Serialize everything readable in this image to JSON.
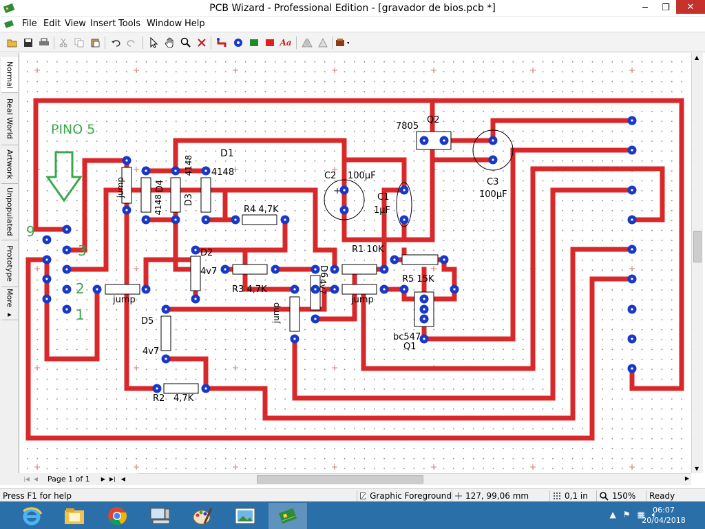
{
  "window": {
    "title": "PCB Wizard - Professional Edition - [gravador de bios.pcb *]",
    "controls": {
      "minimize": "─",
      "maximize": "❐",
      "close": "✕"
    }
  },
  "menu": {
    "items": [
      "File",
      "Edit",
      "View",
      "Insert",
      "Tools",
      "Window",
      "Help"
    ],
    "mdi": {
      "minimize": "_",
      "restore": "❐",
      "close": "✕"
    }
  },
  "toolbar": {
    "tools": [
      "open-icon",
      "save-icon",
      "print-icon",
      "cut-icon",
      "copy-icon",
      "paste-icon",
      "undo-icon",
      "redo-icon",
      "select-icon",
      "pan-icon",
      "zoom-icon",
      "delete-icon",
      "track-icon",
      "pad-icon",
      "rect-icon",
      "fill-icon",
      "text-icon",
      "mirror-icon",
      "flip-icon",
      "component-icon"
    ],
    "text_tool_label": "Aa"
  },
  "side_tabs": [
    "Normal",
    "Real World",
    "Artwork",
    "Unpopulated",
    "Prototype",
    "More ▸"
  ],
  "board": {
    "labels": {
      "pino": "PINO 5",
      "pin9": "9",
      "pin3": "3",
      "pin2": "2",
      "pin1": "1",
      "d1": "D1",
      "d1_val": "4148",
      "d4": "D4",
      "d4_val": "4148",
      "d3": "D3",
      "d3_val": "4148",
      "jump1": "jump",
      "jump2": "jump",
      "jump3": "jump",
      "jump4": "jump",
      "r4": "R4  4,7K",
      "d2": "D2",
      "d2_val": "4v7",
      "r3": "R3   4,7K",
      "d6": "D6",
      "d6_val": "4v7",
      "r1": "R1   10K",
      "r5": "R5   15K",
      "d5": "D5",
      "d5_val": "4v7",
      "r2": "R2",
      "r2_val": "4,7K",
      "q1_type": "bc547",
      "q1": "Q1",
      "u7805": "7805",
      "q2": "Q2",
      "c2": "C2",
      "c2_val": "100µF",
      "c1": "C1",
      "c1_val": "1µF",
      "c3": "C3",
      "c3_val": "100µF"
    },
    "colors": {
      "track": "#d8282a",
      "pad": "#1838c8",
      "label": "#000000",
      "annotation": "#3aa84a"
    }
  },
  "pager": {
    "label": "Page 1 of 1"
  },
  "status": {
    "help": "Press F1 for help",
    "layer": "Graphic Foreground",
    "coords": "127, 99,06 mm",
    "grid": "0,1 in",
    "zoom": "150%",
    "state": "Ready"
  },
  "taskbar": {
    "apps": [
      "ie-icon",
      "explorer-icon",
      "chrome-icon",
      "computer-icon",
      "paint-icon",
      "photos-icon",
      "pcb-wizard-icon"
    ],
    "time": "06:07",
    "date": "20/04/2018"
  }
}
